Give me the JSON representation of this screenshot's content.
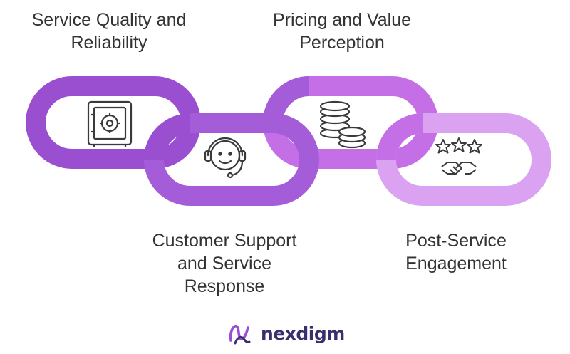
{
  "diagram": {
    "steps": [
      {
        "id": "service-quality",
        "label_lines": [
          "Service Quality and",
          "Reliability"
        ],
        "icon": "safe-icon",
        "color": "#9a4fd0"
      },
      {
        "id": "customer-support",
        "label_lines": [
          "Customer Support",
          "and Service",
          "Response"
        ],
        "icon": "headset-agent-icon",
        "color": "#a55cd8"
      },
      {
        "id": "pricing-value",
        "label_lines": [
          "Pricing and Value",
          "Perception"
        ],
        "icon": "coin-stacks-icon",
        "color": "#c46fe6"
      },
      {
        "id": "post-service",
        "label_lines": [
          "Post-Service",
          "Engagement"
        ],
        "icon": "stars-handshake-icon",
        "color": "#dba2f1"
      }
    ]
  },
  "brand": {
    "name": "nexdigm",
    "logo_icon": "nexdigm-logo-icon",
    "colors": [
      "#3a2e6e",
      "#9b4fd6"
    ]
  }
}
